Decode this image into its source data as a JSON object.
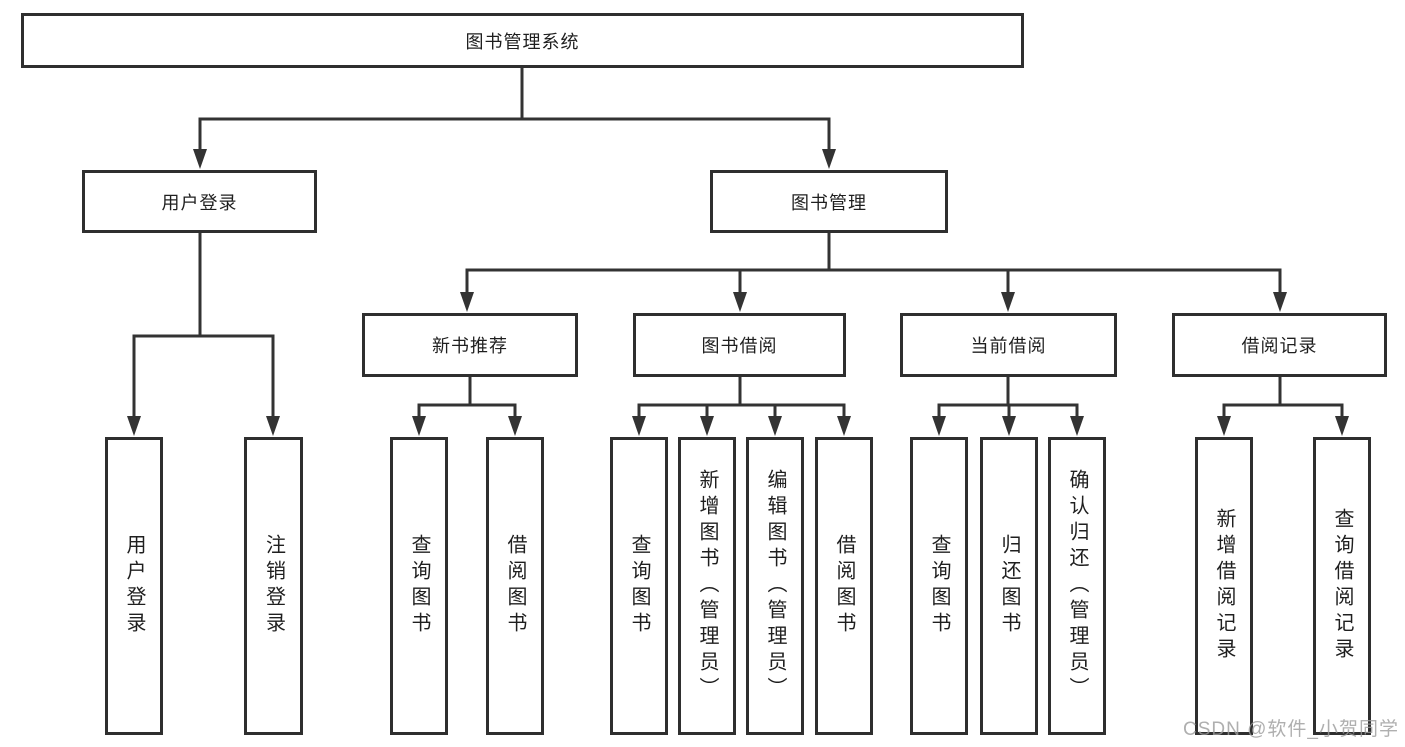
{
  "diagram": {
    "title": "图书管理系统",
    "root": {
      "label": "图书管理系统"
    },
    "user_login": {
      "label": "用户登录",
      "children": [
        "用户登录",
        "注销登录"
      ]
    },
    "book_mgmt": {
      "label": "图书管理"
    },
    "new_book": {
      "label": "新书推荐",
      "children": [
        "查询图书",
        "借阅图书"
      ]
    },
    "borrow": {
      "label": "图书借阅",
      "children": [
        "查询图书",
        "新增图书（管理员）",
        "编辑图书（管理员）",
        "借阅图书"
      ]
    },
    "current": {
      "label": "当前借阅",
      "children": [
        "查询图书",
        "归还图书",
        "确认归还（管理员）"
      ]
    },
    "records": {
      "label": "借阅记录",
      "children": [
        "新增借阅记录",
        "查询借阅记录"
      ]
    },
    "colors": {
      "line": "#333333",
      "box_border": "#2f2f2f",
      "text": "#1f1f1f",
      "background": "#ffffff",
      "watermark": "#9b9b9b"
    }
  },
  "watermark": {
    "label": "CSDN @软件_小贺同学"
  }
}
